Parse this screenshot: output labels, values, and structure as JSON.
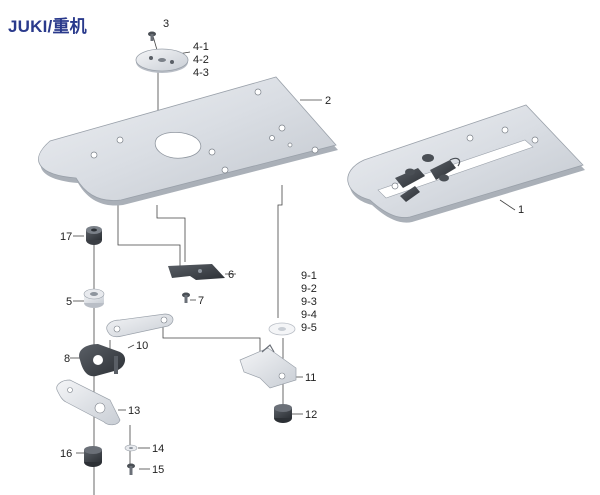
{
  "brand": "JUKI/重机",
  "colors": {
    "brand": "#2a3a8c",
    "plate": "#d9dde3",
    "plate_edge": "#9aa1aa",
    "dark_part": "#3b3f45",
    "leader": "#444444"
  },
  "labels": {
    "p1": "1",
    "p2": "2",
    "p3": "3",
    "p4_1": "4-1",
    "p4_2": "4-2",
    "p4_3": "4-3",
    "p5": "5",
    "p6": "6",
    "p7": "7",
    "p8": "8",
    "p9_1": "9-1",
    "p9_2": "9-2",
    "p9_3": "9-3",
    "p9_4": "9-4",
    "p9_5": "9-5",
    "p10": "10",
    "p11": "11",
    "p12": "12",
    "p13": "13",
    "p14": "14",
    "p15": "15",
    "p16": "16",
    "p17": "17"
  }
}
